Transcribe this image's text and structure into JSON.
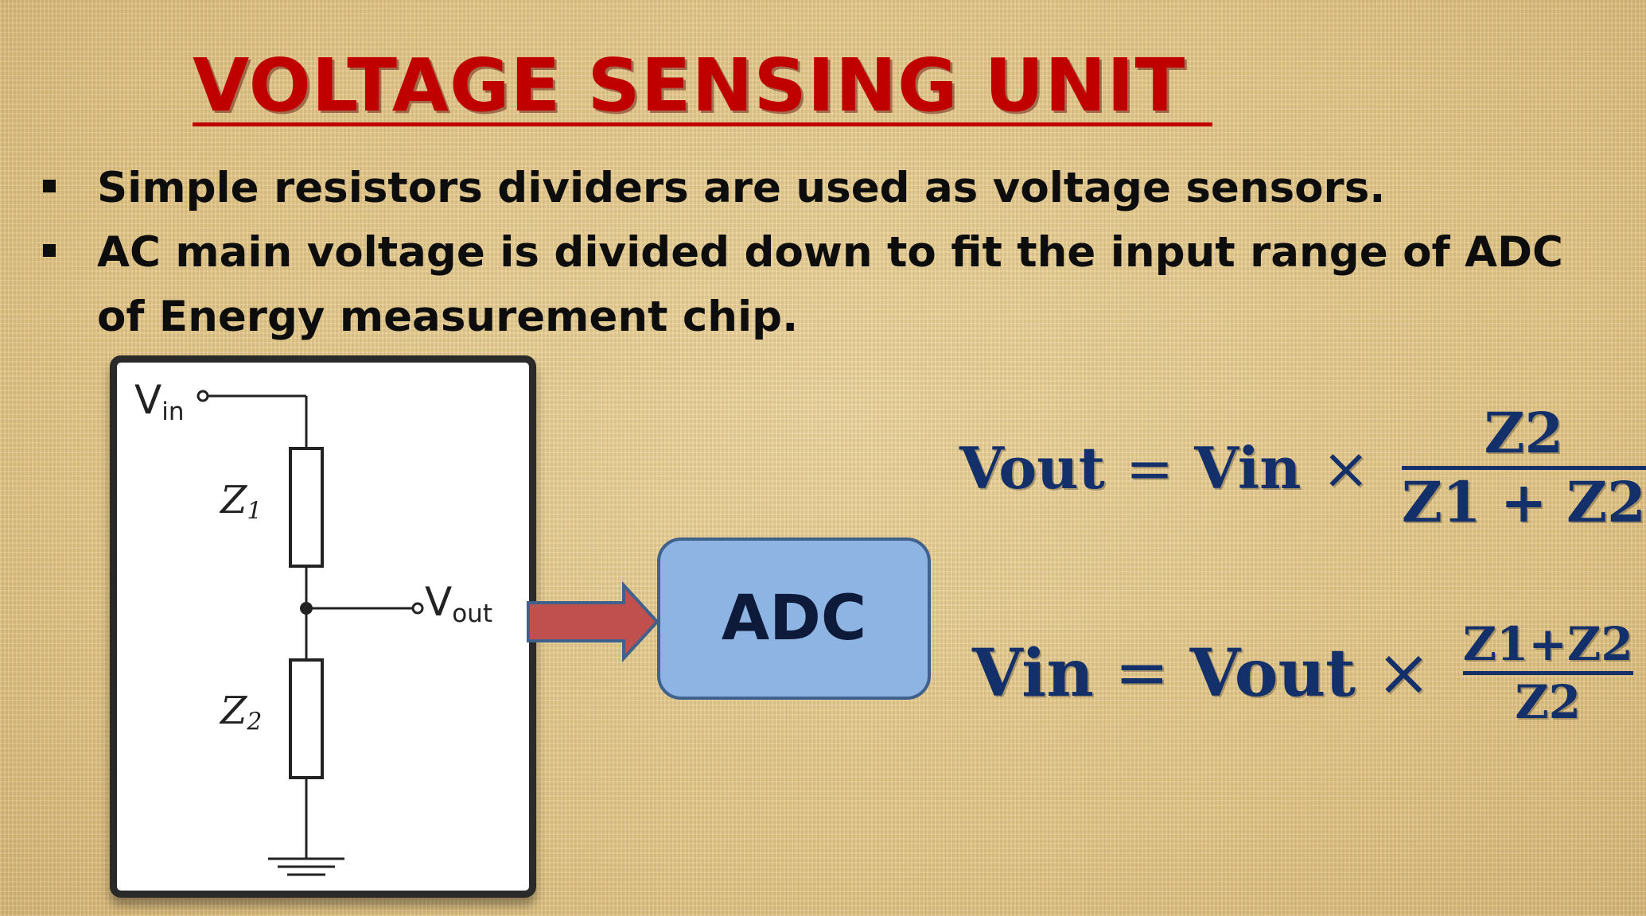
{
  "slide": {
    "title": "VOLTAGE SENSING UNIT",
    "bullets": [
      "Simple resistors dividers are used as voltage sensors.",
      "AC main voltage is divided down to fit the input range of ADC of Energy measurement chip."
    ]
  },
  "circuit": {
    "vin_label": "V",
    "vin_sub": "in",
    "vout_label": "V",
    "vout_sub": "out",
    "z1_label": "Z",
    "z1_sub": "1",
    "z2_label": "Z",
    "z2_sub": "2"
  },
  "adc": {
    "label": "ADC"
  },
  "equations": {
    "eq1": {
      "lhs": "Vout",
      "eq": "=",
      "term": "Vin",
      "times": "×",
      "numerator": "Z2",
      "denominator": "Z1 + Z2"
    },
    "eq2": {
      "lhs": "Vin",
      "eq": "=",
      "term": "Vout",
      "times": "×",
      "numerator": "Z1+Z2",
      "denominator": "Z2"
    }
  },
  "colors": {
    "title": "#c00000",
    "equation": "#13306a",
    "adc_fill": "#8eb4e3",
    "arrow": "#c0504d",
    "background": "#e6c98a"
  }
}
